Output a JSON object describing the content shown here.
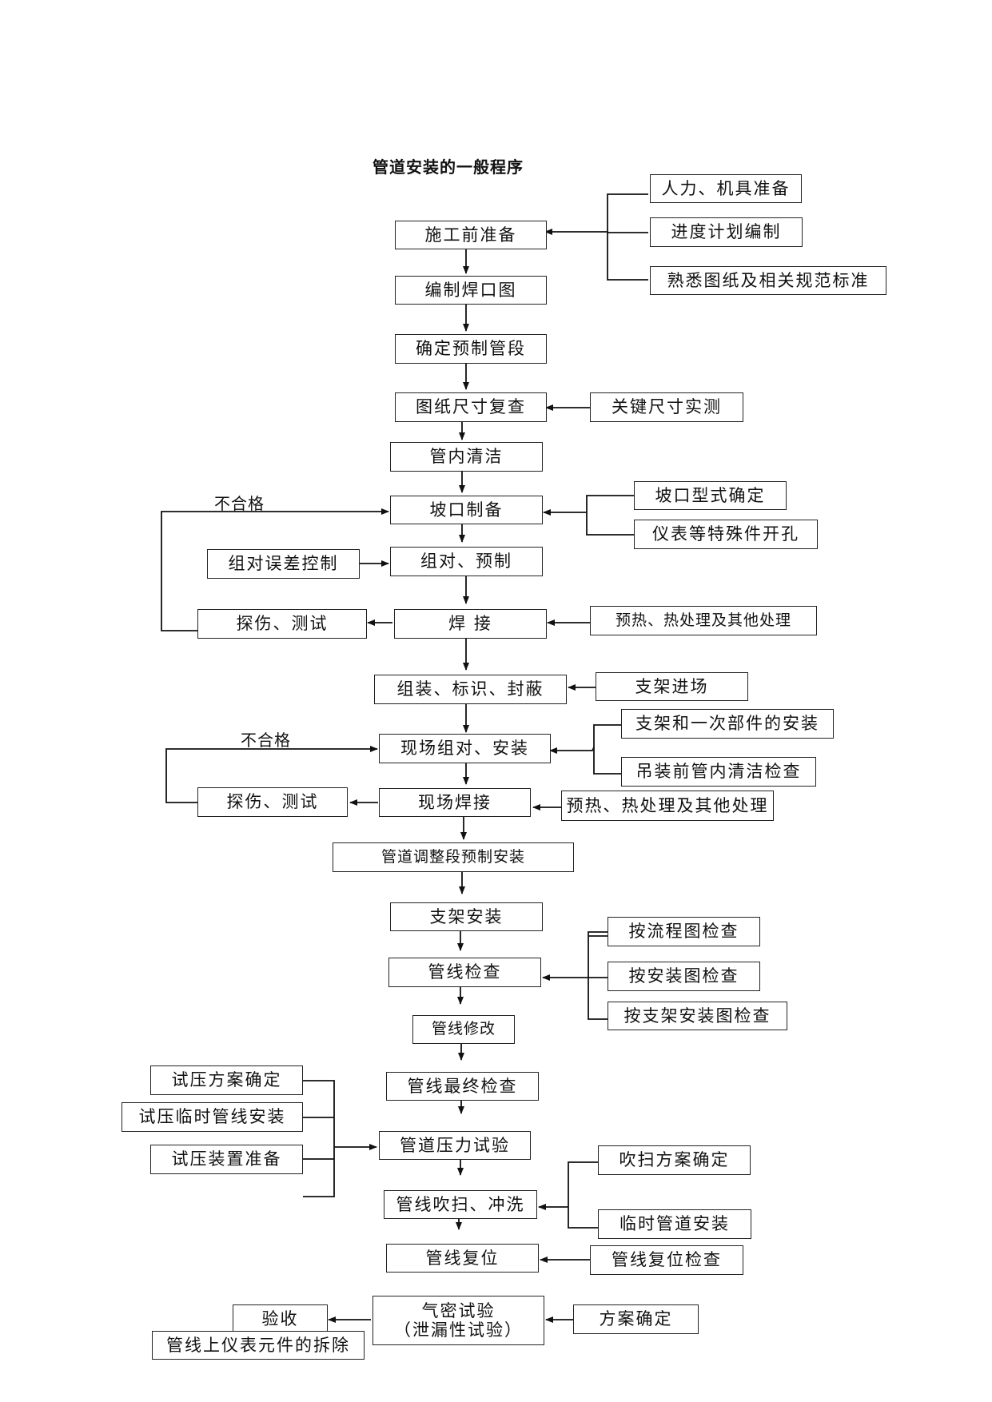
{
  "title": "管道安装的一般程序",
  "labels": {
    "fail_1": "不合格",
    "fail_2": "不合格"
  },
  "main_steps": [
    "施工前准备",
    "编制焊口图",
    "确定预制管段",
    "图纸尺寸复查",
    "管内清洁",
    "坡口制备",
    "组对、预制",
    "焊  接",
    "组装、标识、封蔽",
    "现场组对、安装",
    "现场焊接",
    "管道调整段预制安装",
    "支架安装",
    "管线检查",
    "管线修改",
    "管线最终检查",
    "管道压力试验",
    "管线吹扫、冲洗",
    "管线复位"
  ],
  "airtight": {
    "line1": "气密试验",
    "line2": "（泄漏性试验）"
  },
  "inputs": {
    "prep": [
      "人力、机具准备",
      "进度计划编制",
      "熟悉图纸及相关规范标准"
    ],
    "measure": "关键尺寸实测",
    "bevel": [
      "坡口型式确定",
      "仪表等特殊件开孔"
    ],
    "error_control": "组对误差控制",
    "inspect_1": "探伤、测试",
    "heat_1": "预热、热处理及其他处理",
    "support_in": "支架进场",
    "install": [
      "支架和一次部件的安装",
      "吊装前管内清洁检查"
    ],
    "inspect_2": "探伤、测试",
    "heat_2": "预热、热处理及其他处理",
    "check": [
      "按流程图检查",
      "按安装图检查",
      "按支架安装图检查"
    ],
    "pressure": [
      "试压方案确定",
      "试压临时管线安装",
      "试压装置准备"
    ],
    "purge": [
      "吹扫方案确定",
      "临时管道安装"
    ],
    "restore_check": "管线复位检查",
    "plan": "方案确定",
    "accept": "验收",
    "remove": "管线上仪表元件的拆除"
  }
}
